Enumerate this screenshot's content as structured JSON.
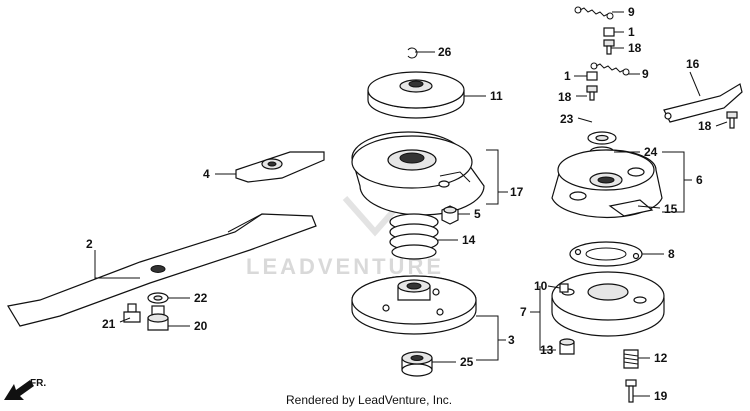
{
  "callouts": {
    "c1a": "1",
    "c1b": "1",
    "c2": "2",
    "c3": "3",
    "c4": "4",
    "c5": "5",
    "c6": "6",
    "c7": "7",
    "c8": "8",
    "c9a": "9",
    "c9b": "9",
    "c10": "10",
    "c11": "11",
    "c12": "12",
    "c13": "13",
    "c14": "14",
    "c15": "15",
    "c16": "16",
    "c17": "17",
    "c18a": "18",
    "c18b": "18",
    "c18c": "18",
    "c19": "19",
    "c20": "20",
    "c21": "21",
    "c22": "22",
    "c23": "23",
    "c24": "24",
    "c25": "25",
    "c26": "26"
  },
  "watermark": "LEADVENTURE",
  "direction_label": "FR.",
  "credit": "Rendered by LeadVenture, Inc."
}
